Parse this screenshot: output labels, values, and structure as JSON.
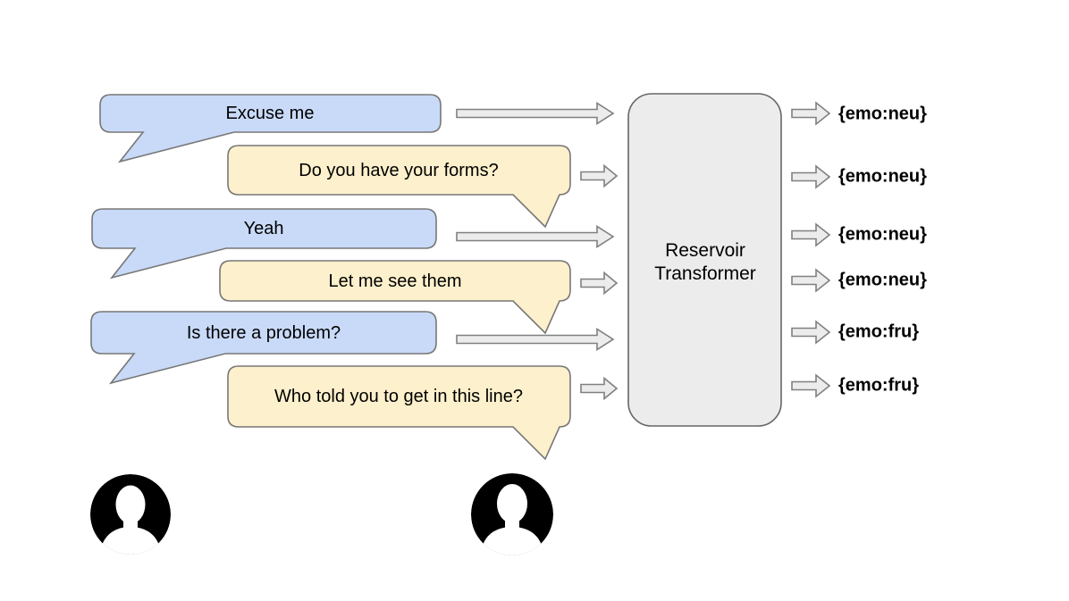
{
  "diagram": {
    "model_box": {
      "line1": "Reservoir",
      "line2": "Transformer"
    },
    "utterances": [
      {
        "speaker": "A",
        "text": "Excuse me",
        "emotion": "{emo:neu}"
      },
      {
        "speaker": "B",
        "text": "Do you have your forms?",
        "emotion": "{emo:neu}"
      },
      {
        "speaker": "A",
        "text": "Yeah",
        "emotion": "{emo:neu}"
      },
      {
        "speaker": "B",
        "text": "Let me see them",
        "emotion": "{emo:neu}"
      },
      {
        "speaker": "A",
        "text": "Is there a problem?",
        "emotion": "{emo:fru}"
      },
      {
        "speaker": "B",
        "text": "Who told you to get in this line?",
        "emotion": "{emo:fru}"
      }
    ],
    "icons": {
      "speaker_a": "person-avatar",
      "speaker_b": "person-avatar",
      "arrow": "block-arrow-right"
    },
    "colors": {
      "speaker_a_bubble": "#c9daf8",
      "speaker_b_bubble": "#fdf0cc",
      "bubble_border": "#777777",
      "model_box_fill": "#ececec",
      "model_box_border": "#666666",
      "arrow_fill": "#ececec",
      "arrow_border": "#808080",
      "avatar": "#000000",
      "text": "#000000"
    }
  }
}
